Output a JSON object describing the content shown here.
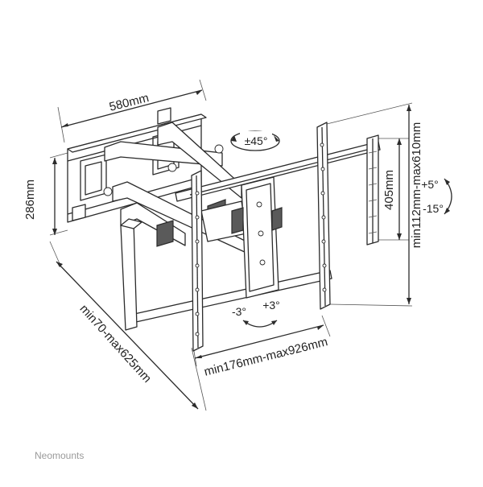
{
  "diagram": {
    "width_label": "580mm",
    "height_label": "286mm",
    "depth_label": "min70-max625mm",
    "swivel_label": "±45°",
    "vertical_label": "405mm",
    "vertical_range_label": "min112mm-max610mm",
    "tilt_up_label": "+5°",
    "tilt_down_label": "-15°",
    "roll_left_label": "-3°",
    "roll_right_label": "+3°",
    "horizontal_range_label": "min176mm-max926mm"
  },
  "brand": "Neomounts"
}
